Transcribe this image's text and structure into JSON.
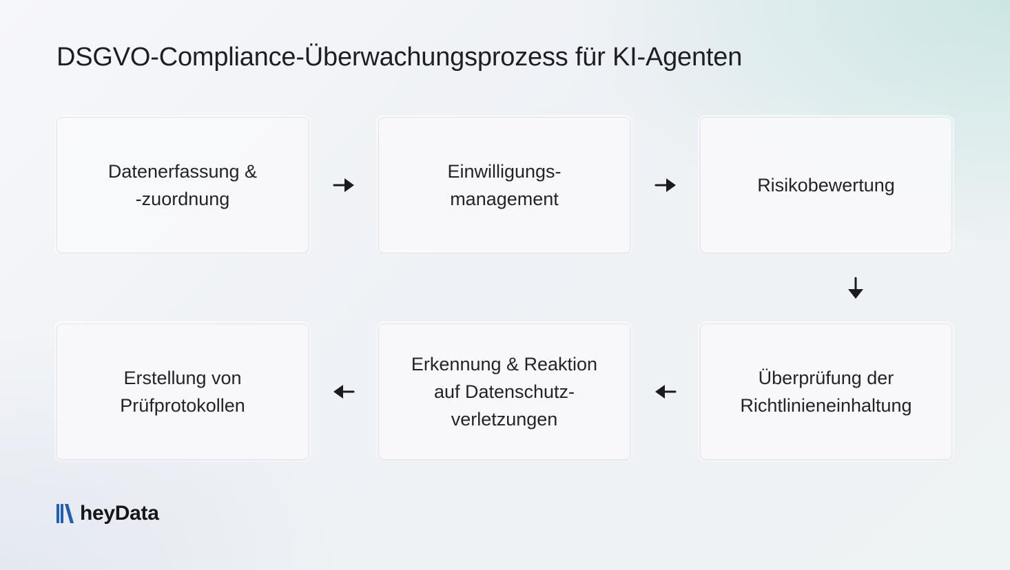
{
  "title": "DSGVO-Compliance-Überwachungsprozess für KI-Agenten",
  "steps": [
    {
      "label": "Datenerfassung &\n-zuordnung"
    },
    {
      "label": "Einwilligungs-\nmanagement"
    },
    {
      "label": "Risikobewertung"
    },
    {
      "label": "Überprüfung der\nRichtlinieneinhaltung"
    },
    {
      "label": "Erkennung & Reaktion\nauf Datenschutz-\nverletzungen"
    },
    {
      "label": "Erstellung von\nPrüfprotokollen"
    }
  ],
  "arrows": [
    {
      "from": 1,
      "to": 2,
      "direction": "right"
    },
    {
      "from": 2,
      "to": 3,
      "direction": "right"
    },
    {
      "from": 3,
      "to": 4,
      "direction": "down"
    },
    {
      "from": 4,
      "to": 5,
      "direction": "left"
    },
    {
      "from": 5,
      "to": 6,
      "direction": "left"
    }
  ],
  "logo": {
    "text": "heyData",
    "icon": "heydata-logo-icon",
    "color": "#1c5fb8"
  },
  "colors": {
    "text": "#232328",
    "arrow": "#1a1a1f",
    "box_background": "#f8f9fb",
    "box_border": "#e2e5ea",
    "accent_tint": "#b0dcd6"
  }
}
